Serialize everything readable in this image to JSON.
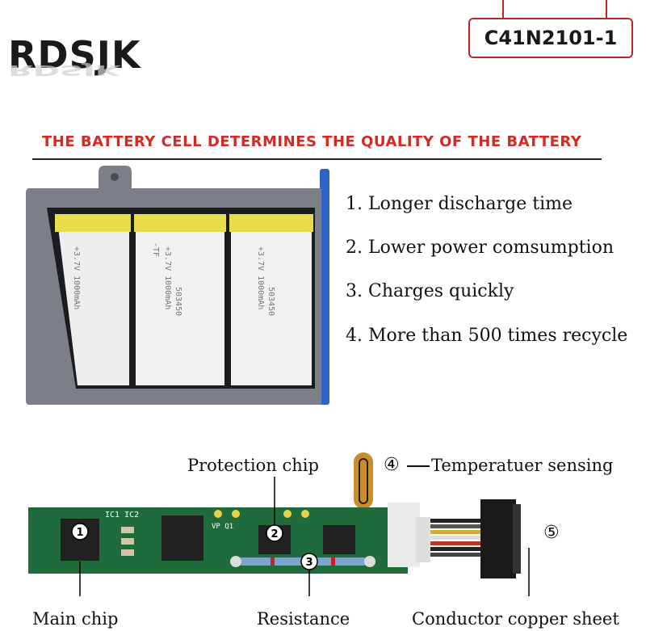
{
  "brand": {
    "logo_text": "RDSJK"
  },
  "model": {
    "code": "C41N2101-1"
  },
  "headline": "THE BATTERY CELL DETERMINES THE QUALITY OF THE BATTERY",
  "features": [
    "1. Longer discharge time",
    "2. Lower power comsumption",
    "3. Charges quickly",
    "4. More than 500 times recycle"
  ],
  "cell_print": {
    "line1": "-TF",
    "line2": "+3.7V 1000mAh",
    "line3": "503450"
  },
  "board": {
    "ic_label": "IC1 IC2",
    "vp_label": "VP Q1"
  },
  "callouts": {
    "protection_chip": "Protection chip",
    "temp_num": "④",
    "temp_sensing": "Temperatuer sensing",
    "conductor_num": "⑤",
    "main_chip": "Main chip",
    "resistance": "Resistance",
    "conductor": "Conductor copper sheet",
    "marker1": "1",
    "marker2": "2",
    "marker3": "3"
  },
  "colors": {
    "accent_red": "#d42a24",
    "pcb_green": "#1f6b3c",
    "battery_gray": "#7c7f86",
    "cell_yellow": "#e8dc4a",
    "frame_blue": "#2f63c9"
  }
}
